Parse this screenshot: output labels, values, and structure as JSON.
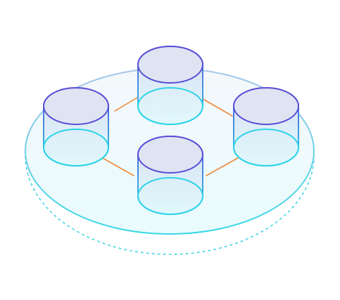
{
  "illustration": {
    "kind": "isometric-database-cluster",
    "nodes": [
      {
        "id": "top"
      },
      {
        "id": "left"
      },
      {
        "id": "right"
      },
      {
        "id": "bottom"
      }
    ],
    "links": [
      {
        "from": "left",
        "to": "top"
      },
      {
        "from": "top",
        "to": "right"
      },
      {
        "from": "left",
        "to": "bottom"
      },
      {
        "from": "bottom",
        "to": "right"
      }
    ],
    "colors": {
      "platform_top_fill": "#f4f8fb",
      "platform_bottom_fill": "#e9fbfd",
      "platform_edge_top": "#a9c7e8",
      "platform_edge_bottom": "#35d8e6",
      "dashed_ring": "#35d0e3",
      "cylinder_top_stroke": "#5a4fd8",
      "cylinder_bottom_stroke": "#2ed3e8",
      "cylinder_fill_top": "#d9dff1",
      "cylinder_fill_bottom": "#dff8fc",
      "link_orange": "#f08a3b"
    }
  }
}
